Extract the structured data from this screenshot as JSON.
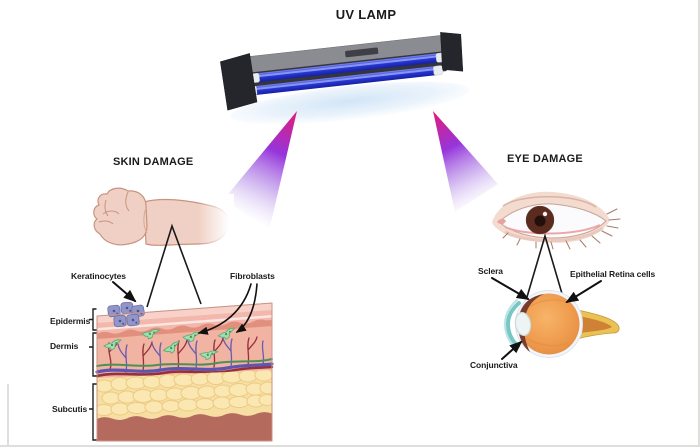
{
  "lamp": {
    "title": "UV LAMP"
  },
  "skin_section": {
    "title": "SKIN DAMAGE",
    "cell_labels": {
      "keratinocytes": "Keratinocytes",
      "fibroblasts": "Fibroblasts"
    },
    "layer_labels": {
      "epidermis": "Epidermis",
      "dermis": "Dermis",
      "subcutis": "Subcutis"
    }
  },
  "eye_section": {
    "title": "EYE DAMAGE",
    "part_labels": {
      "sclera": "Sclera",
      "epithelial_retina_cells": "Epithelial Retina cells",
      "conjunctiva": "Conjunctiva"
    }
  },
  "colors": {
    "beam_top": "#e31273",
    "beam_mid": "#8d23d8",
    "lamp_top_face": "#8b8b92",
    "lamp_body": "#25252c",
    "lamp_tube": "#2434cf",
    "lamp_glow": "#cfe3f7",
    "epidermis": "#f3b7ac",
    "dermis": "#f1b3a2",
    "subcutis_fat": "#f7dfa3",
    "muscle": "#b56a5e",
    "keratinocyte_cell": "#9295c8",
    "fibroblast_cell": "#a2ddb2",
    "vessel_red": "#97303c",
    "vessel_blue": "#6a5cb0",
    "vessel_green": "#4b9055",
    "eyeball_orange": "#ee9c50",
    "sclera_shade": "#703629",
    "cornea_teal": "#5fbdbd",
    "iris_brown": "#5c2b1f",
    "label_text": "#1b1b1b"
  }
}
